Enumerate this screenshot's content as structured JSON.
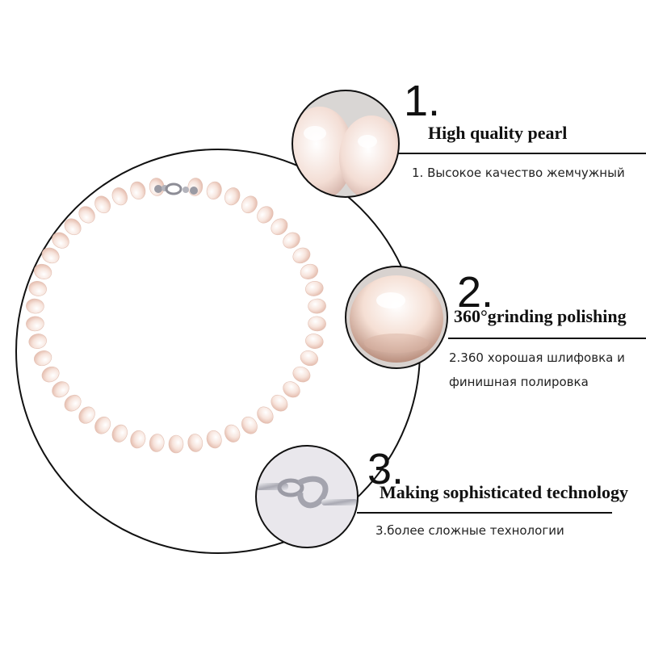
{
  "features": [
    {
      "number": "1.",
      "title": "High quality pearl",
      "description_lines": [
        "1. Высокое качество жемчужный"
      ]
    },
    {
      "number": "2.",
      "title": "360°grinding polishing",
      "description_lines": [
        "2.360 хорошая шлифовка и",
        "финишная полировка"
      ]
    },
    {
      "number": "3.",
      "title": "Making sophisticated technology",
      "description_lines": [
        "3.более сложные технологии"
      ]
    }
  ],
  "colors": {
    "outline": "#111111",
    "pearl": "#f7e4dc",
    "pearl_shadow": "#e8c3b6",
    "clasp": "#b8b8c0"
  }
}
